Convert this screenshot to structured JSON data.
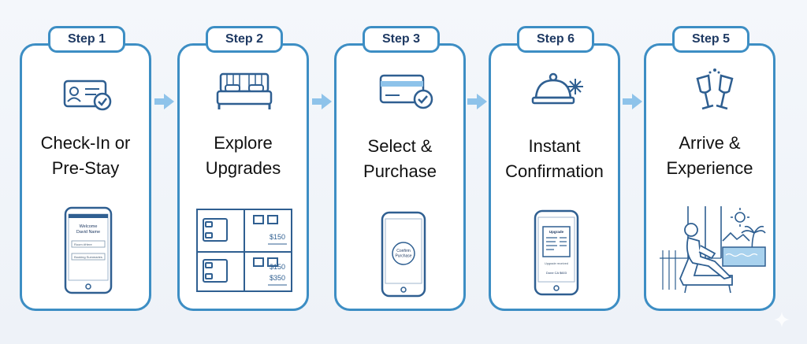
{
  "steps": [
    {
      "label": "Step 1",
      "title": "Check-In or\nPre-Stay",
      "phone": {
        "heading": "Welcome\nDavid Name",
        "field": "Room #Here",
        "button": "Booking Summaries"
      }
    },
    {
      "label": "Step 2",
      "title": "Explore\nUpgrades",
      "prices": [
        "$150",
        "$150",
        "$350"
      ]
    },
    {
      "label": "Step 3",
      "title": "Select &\nPurchase",
      "phone": {
        "button": "Confirm\nPurchase"
      }
    },
    {
      "label": "Step 6",
      "title": "Instant\nConfirmation",
      "phone": {
        "receipt_title": "Upgrade",
        "status": "Upgrade received",
        "total": "Done CA $603"
      }
    },
    {
      "label": "Step 5",
      "title": "Arrive &\nExperience"
    }
  ],
  "colors": {
    "border": "#3d8ec4",
    "label": "#1f3a63",
    "icon": "#2f5f91",
    "arrow": "#8ec3ea"
  }
}
